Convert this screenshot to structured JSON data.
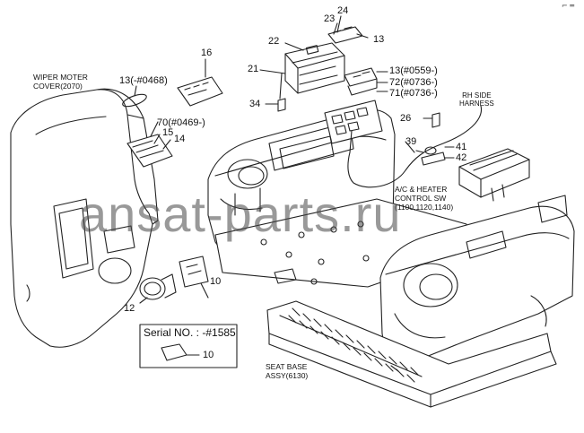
{
  "diagram": {
    "callouts": {
      "c24": "24",
      "c23": "23",
      "c13a": "13",
      "c22": "22",
      "c16": "16",
      "c21": "21",
      "c13b": "13(#0559-)",
      "c72": "72(#0736-)",
      "c71": "71(#0736-)",
      "c13c": "13(-#0468)",
      "c34": "34",
      "c26": "26",
      "c70": "70(#0469-)",
      "c15": "15",
      "c14": "14",
      "c39": "39",
      "c41": "41",
      "c42": "42",
      "c10a": "10",
      "c12": "12",
      "c10b": "10"
    },
    "notes": {
      "wiper_cover": "WIPER MOTER\nCOVER(2070)",
      "rh_side": "RH SIDE\nHARNESS",
      "ac_heater": "A/C & HEATER\nCONTROL SW\n(1100,1120,1140)",
      "seat_base": "SEAT BASE\nASSY(6130)",
      "serial": "Serial NO. : -#1585"
    },
    "watermark": "ansat-parts.ru",
    "corner_mark": "⌐ ═"
  },
  "colors": {
    "line": "#222222",
    "fill": "#ffffff",
    "watermark": "#555555"
  }
}
